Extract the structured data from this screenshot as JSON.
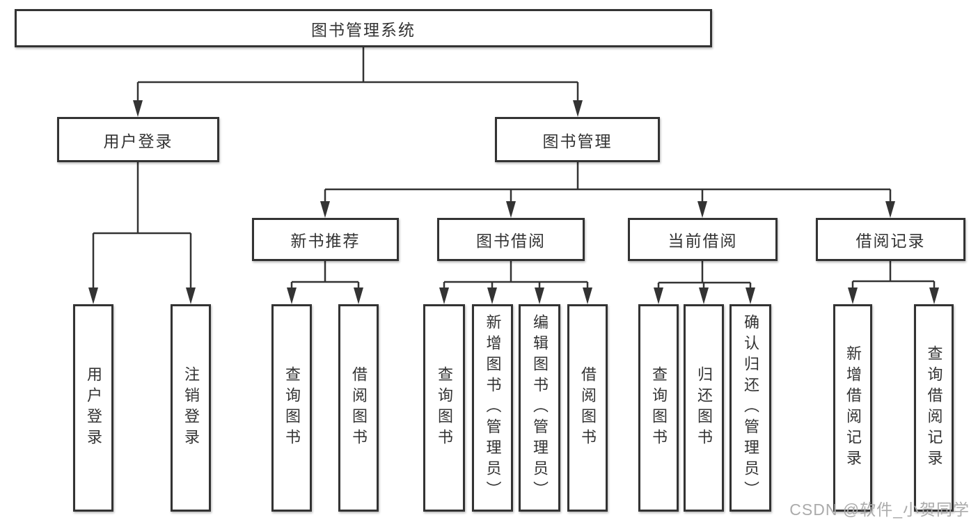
{
  "diagram": {
    "root": "图书管理系统",
    "l2": [
      "用户登录",
      "图书管理"
    ],
    "l3": [
      "新书推荐",
      "图书借阅",
      "当前借阅",
      "借阅记录"
    ],
    "l4_user": [
      "用户登录",
      "注销登录"
    ],
    "l4_newbook": [
      "查询图书",
      "借阅图书"
    ],
    "l4_borrow": [
      "查询图书",
      "新增图书（管理员）",
      "编辑图书（管理员）",
      "借阅图书"
    ],
    "l4_current": [
      "查询图书",
      "归还图书",
      "确认归还（管理员）"
    ],
    "l4_records": [
      "新增借阅记录",
      "查询借阅记录"
    ]
  },
  "watermark": {
    "text": "CSDN @软件_小贺同学"
  },
  "colors": {
    "line": "#333333",
    "box_border": "#333333",
    "text": "#333333",
    "watermark": "#ababab",
    "background": "#ffffff"
  }
}
